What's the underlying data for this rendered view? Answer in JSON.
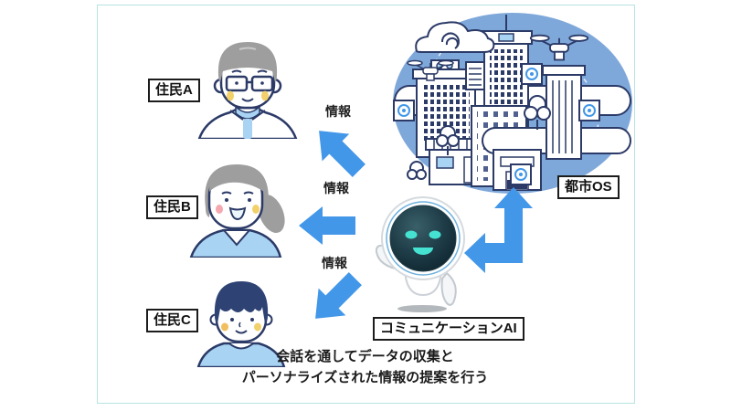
{
  "residents": [
    {
      "label": "住民A"
    },
    {
      "label": "住民B"
    },
    {
      "label": "住民C"
    }
  ],
  "city": {
    "label": "都市OS"
  },
  "ai": {
    "label": "コミュニケーションAI"
  },
  "info_arrows": [
    {
      "label": "情報"
    },
    {
      "label": "情報"
    },
    {
      "label": "情報"
    }
  ],
  "caption": {
    "line1": "会話を通してデータの収集と",
    "line2": "パーソナライズされた情報の提案を行う"
  },
  "colors": {
    "arrow_blue": "#4397E8",
    "city_circle_blue": "#7FA8DA",
    "outline_navy": "#2B3A67",
    "light_blue": "#A9D3F2",
    "frame_border": "#B7E4E0",
    "hair_gray": "#9E9E9E",
    "hair_navy": "#2E4374",
    "cheek_yellow": "#F2D16B",
    "robot_screen_cyan": "#45E2D2"
  }
}
